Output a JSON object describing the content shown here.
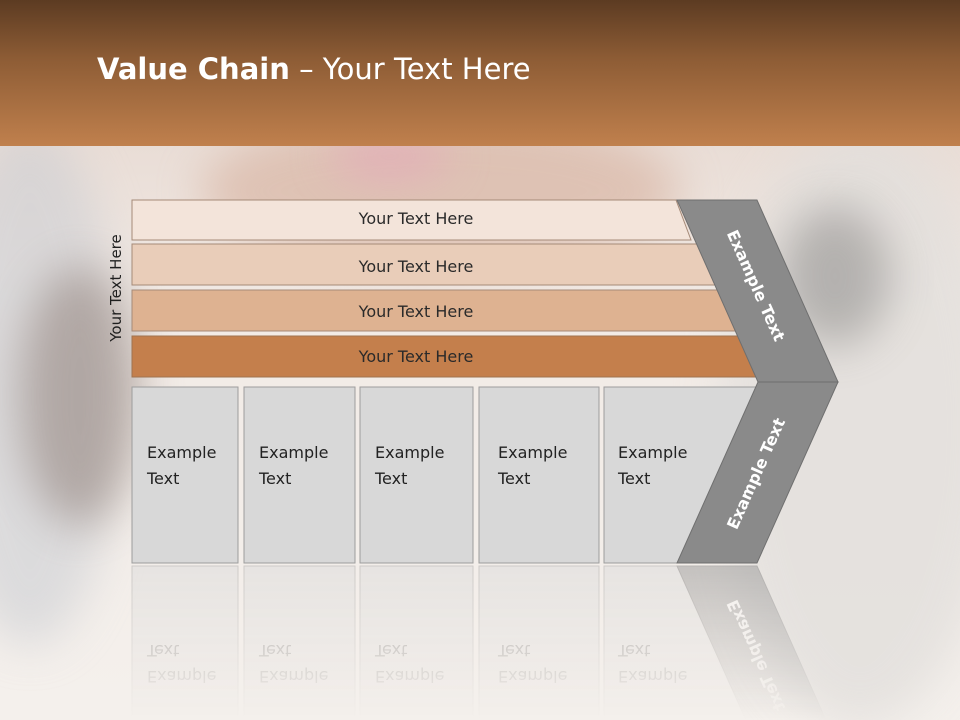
{
  "title": {
    "bold": "Value Chain",
    "rest": " – Your Text Here"
  },
  "side_label": "Your Text Here",
  "bands": [
    {
      "label": "Your Text Here",
      "color": "#f3e4da"
    },
    {
      "label": "Your Text Here",
      "color": "#e9cdb9"
    },
    {
      "label": "Your Text Here",
      "color": "#deb291"
    },
    {
      "label": "Your Text Here",
      "color": "#c47f4c"
    }
  ],
  "boxes": [
    {
      "line1": "Example",
      "line2": "Text"
    },
    {
      "line1": "Example",
      "line2": "Text"
    },
    {
      "line1": "Example",
      "line2": "Text"
    },
    {
      "line1": "Example",
      "line2": "Text"
    },
    {
      "line1": "Example",
      "line2": "Text"
    }
  ],
  "chevron": {
    "top_label": "Example Text",
    "bottom_label": "Example Text"
  },
  "colors": {
    "header_dark": "#5c3b22",
    "header_light": "#c0804d",
    "box_fill": "#d8d8d8",
    "chevron_fill": "#8a8a8a"
  }
}
